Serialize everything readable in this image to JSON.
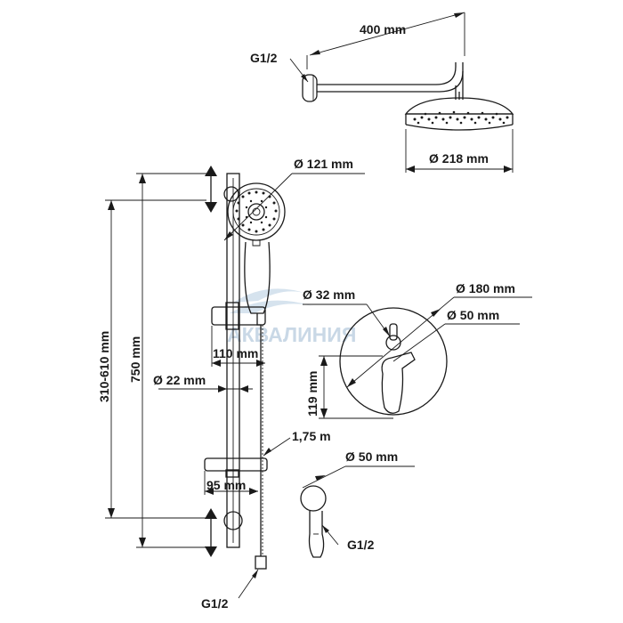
{
  "watermark": {
    "text": "АКВАЛИНИЯ",
    "color": "#c9d8e6"
  },
  "dimensions": {
    "arm_length": "400 mm",
    "top_thread": "G1/2",
    "head_diameter": "Ø 218 mm",
    "hand_shower_diameter": "Ø 121 mm",
    "valve_cover_diameter": "Ø 180 mm",
    "valve_knob_diameter": "Ø 32 mm",
    "valve_handle_diameter": "Ø 50 mm",
    "valve_height": "119 mm",
    "holder_range": "310-610 mm",
    "rail_length": "750 mm",
    "holder_offset": "110 mm",
    "rail_diameter": "Ø 22 mm",
    "hose_length": "1,75 m",
    "soap_offset": "95 mm",
    "outlet_diameter": "Ø 50 mm",
    "outlet_thread": "G1/2",
    "hose_thread": "G1/2"
  }
}
